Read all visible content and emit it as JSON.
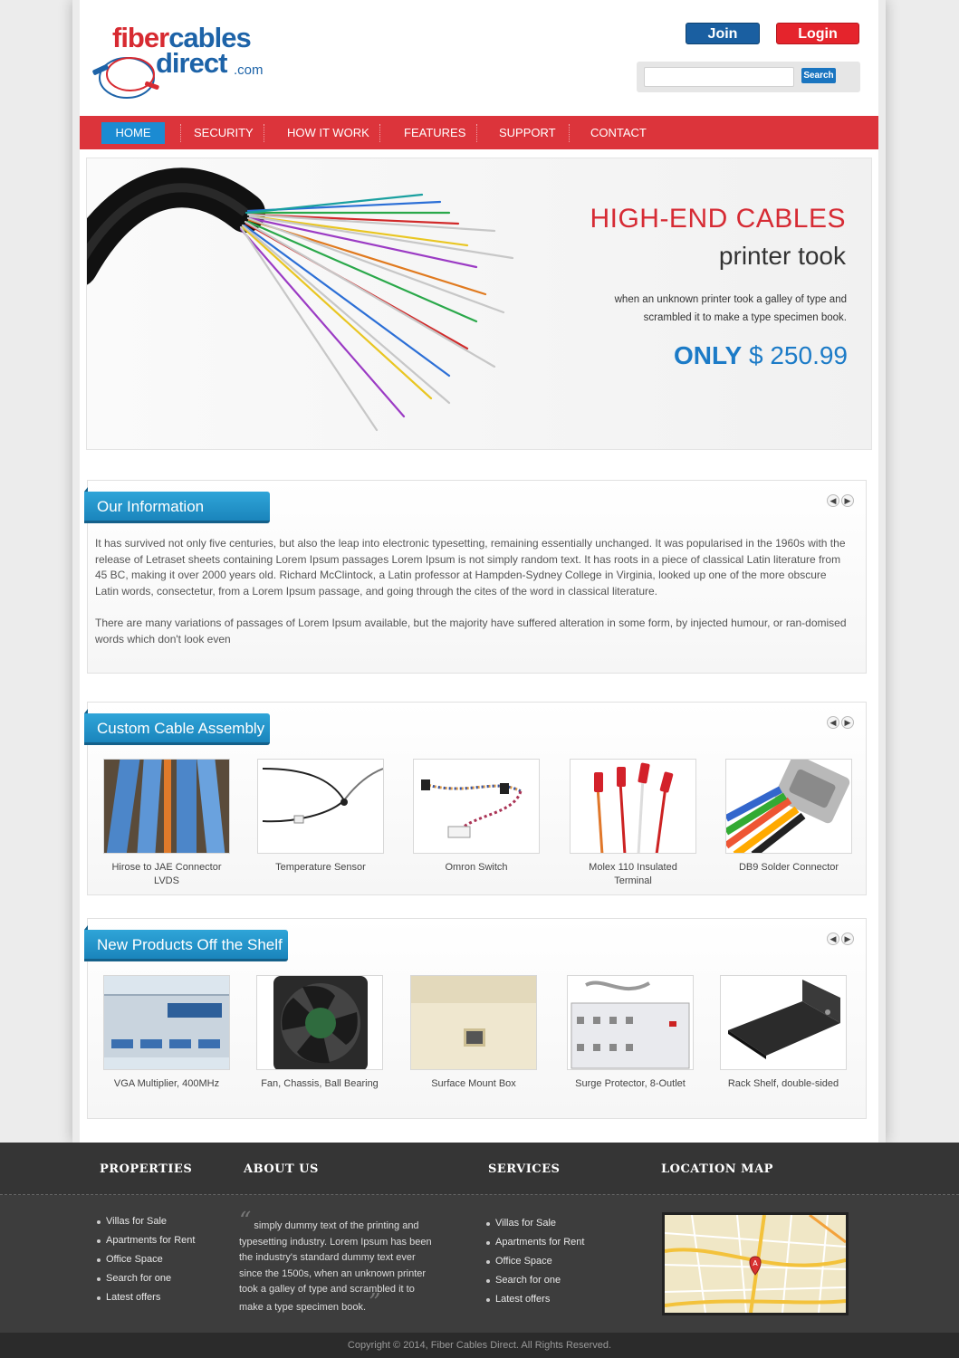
{
  "header": {
    "logo": {
      "word1_a": "fiber",
      "word1_b": "cables",
      "word2": "direct",
      "suffix": ".com"
    },
    "join_label": "Join",
    "login_label": "Login",
    "search": {
      "placeholder": "",
      "button_label": "Search"
    }
  },
  "nav": {
    "items": [
      "HOME",
      "SECURITY",
      "HOW IT WORK",
      "FEATURES",
      "SUPPORT",
      "CONTACT"
    ],
    "active": "HOME"
  },
  "hero": {
    "title": "HIGH-END CABLES",
    "subtitle": "printer took",
    "description": "when an unknown printer took a galley of type and scrambled it to make a type specimen book.",
    "price_prefix": "ONLY",
    "price": "$ 250.99"
  },
  "info": {
    "title": "Our Information",
    "paragraph1": "It has survived not only five centuries, but also the leap into electronic typesetting, remaining essentially unchanged. It was popularised in the 1960s with the release of Letraset sheets containing Lorem Ipsum passages Lorem Ipsum is not simply random text. It has roots in a piece of classical Latin literature from 45 BC, making it over 2000 years old. Richard McClintock, a Latin professor at Hampden-Sydney College in Virginia, looked up one of the more obscure Latin words, consectetur, from a Lorem Ipsum passage, and going through the cites of the word in classical literature.",
    "paragraph2": "There are many variations of passages of Lorem Ipsum available, but the majority have suffered alteration in some form, by injected humour, or ran-domised words which don't look even"
  },
  "custom": {
    "title": "Custom Cable Assembly",
    "products": [
      {
        "name": "Hirose to JAE Connector LVDS",
        "image": "blue-cables-rack"
      },
      {
        "name": "Temperature Sensor",
        "image": "sensor-wire"
      },
      {
        "name": "Omron Switch",
        "image": "twisted-wire-harness"
      },
      {
        "name": "Molex 110 Insulated Terminal",
        "image": "red-terminals"
      },
      {
        "name": "DB9 Solder Connector",
        "image": "db9-connector"
      }
    ]
  },
  "new_products": {
    "title": "New Products Off the Shelf",
    "products": [
      {
        "name": "VGA Multiplier, 400MHz",
        "image": "vga-multiplier"
      },
      {
        "name": "Fan, Chassis, Ball Bearing",
        "image": "chassis-fan"
      },
      {
        "name": "Surface Mount Box",
        "image": "surface-mount-box"
      },
      {
        "name": "Surge Protector, 8-Outlet",
        "image": "surge-protector"
      },
      {
        "name": "Rack Shelf, double-sided",
        "image": "rack-shelf"
      }
    ]
  },
  "footer": {
    "properties": {
      "title": "PROPERTIES",
      "items": [
        "Villas for Sale",
        "Apartments for Rent",
        "Office Space",
        "Search for one",
        "Latest offers"
      ]
    },
    "about": {
      "title": "ABOUT US",
      "text": "simply dummy text of the printing and typesetting industry. Lorem Ipsum has been the industry's standard dummy text ever since the 1500s, when an unknown printer took a galley of type and scrambled it to make a type specimen book."
    },
    "services": {
      "title": "SERVICES",
      "items": [
        "Villas for Sale",
        "Apartments for Rent",
        "Office Space",
        "Search for one",
        "Latest offers"
      ]
    },
    "map": {
      "title": "LOCATION MAP",
      "marker": "A"
    },
    "copyright": "Copyright © 2014, Fiber Cables Direct. All Rights Reserved."
  },
  "colors": {
    "brand_red": "#dc343b",
    "brand_blue": "#1d63a8",
    "accent_blue": "#1b8bd2",
    "price_blue": "#1c7bc7"
  }
}
